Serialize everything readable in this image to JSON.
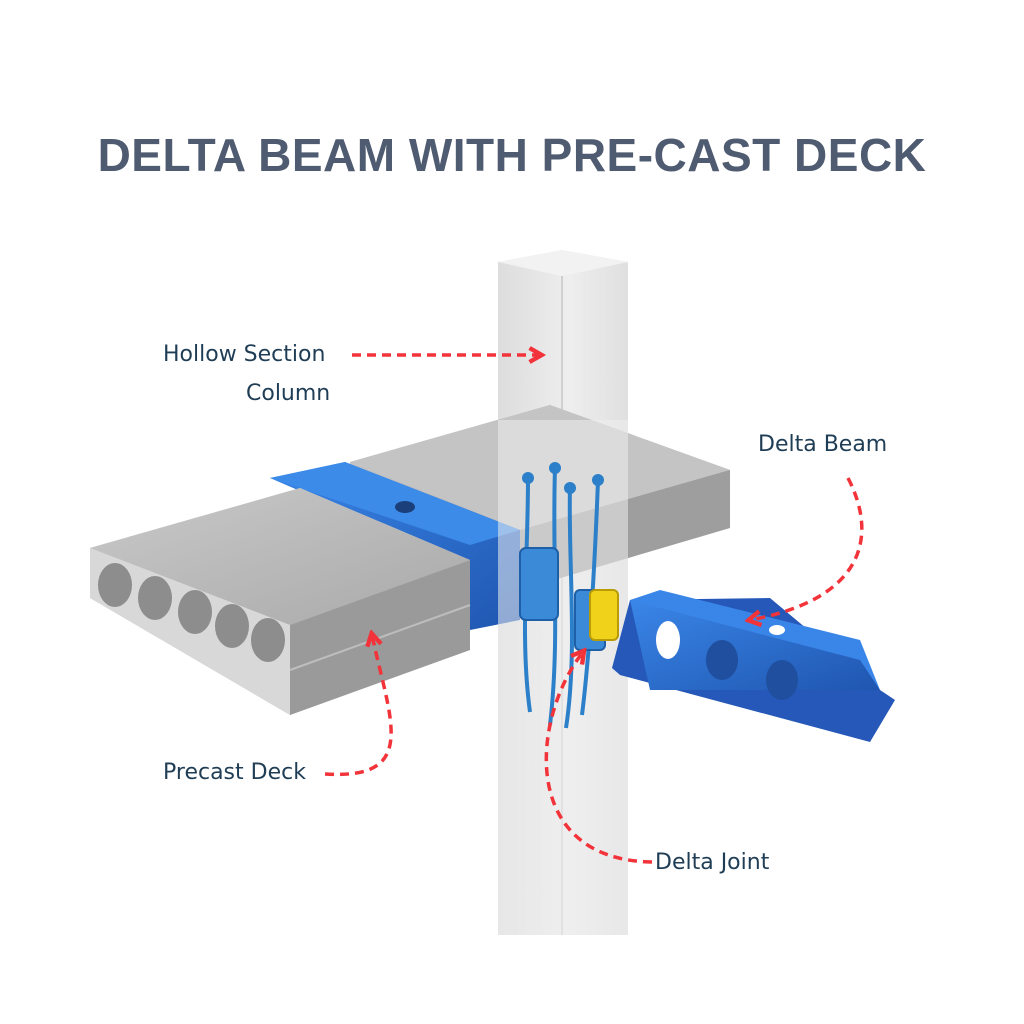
{
  "title": "DELTA BEAM WITH PRE-CAST DECK",
  "labels": {
    "hollow_section_column_line1": "Hollow Section",
    "hollow_section_column_line2": "Column",
    "delta_beam": "Delta Beam",
    "precast_deck": "Precast Deck",
    "delta_joint": "Delta Joint"
  },
  "colors": {
    "title": "#4f5b70",
    "label_text": "#1f3d55",
    "arrow": "#f2333a",
    "steel_blue": "#2f6fd0",
    "joint_yellow": "#f1d21a",
    "concrete": "#b9b9b9",
    "column": "#e3e3e3"
  }
}
